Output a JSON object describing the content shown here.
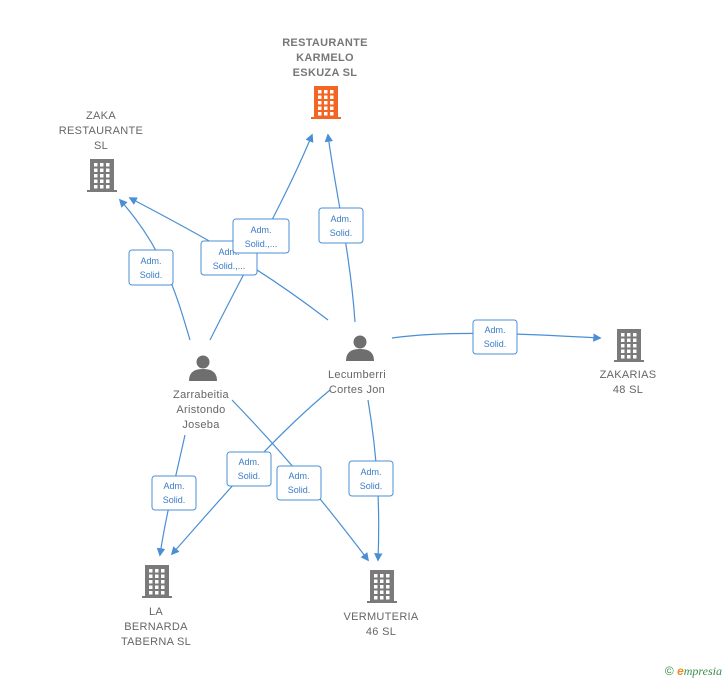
{
  "nodes": {
    "restaurante": {
      "lines": [
        "RESTAURANTE",
        "KARMELO",
        "ESKUZA  SL"
      ],
      "type": "company",
      "highlight": true
    },
    "zaka": {
      "lines": [
        "ZAKA",
        "RESTAURANTE",
        "SL"
      ],
      "type": "company"
    },
    "zakarias": {
      "lines": [
        "ZAKARIAS",
        "48 SL"
      ],
      "type": "company"
    },
    "bernarda": {
      "lines": [
        "LA",
        "BERNARDA",
        "TABERNA  SL"
      ],
      "type": "company"
    },
    "vermuteria": {
      "lines": [
        "VERMUTERIA",
        "46  SL"
      ],
      "type": "company"
    },
    "zarrabeitia": {
      "lines": [
        "Zarrabeitia",
        "Aristondo",
        "Joseba"
      ],
      "type": "person"
    },
    "lecumberri": {
      "lines": [
        "Lecumberri",
        "Cortes Jon"
      ],
      "type": "person"
    }
  },
  "edges": [
    {
      "id": "e1",
      "label": [
        "Adm.",
        "Solid."
      ]
    },
    {
      "id": "e2",
      "label": [
        "Adm.",
        "Solid.,..."
      ]
    },
    {
      "id": "e3",
      "label": [
        "Adm.",
        "Solid.,..."
      ]
    },
    {
      "id": "e4",
      "label": [
        "Adm.",
        "Solid."
      ]
    },
    {
      "id": "e5",
      "label": [
        "Adm.",
        "Solid."
      ]
    },
    {
      "id": "e6",
      "label": [
        "Adm.",
        "Solid."
      ]
    },
    {
      "id": "e7",
      "label": [
        "Adm.",
        "Solid."
      ]
    },
    {
      "id": "e8",
      "label": [
        "Adm.",
        "Solid."
      ]
    },
    {
      "id": "e9",
      "label": [
        "Adm.",
        "Solid."
      ]
    }
  ],
  "colors": {
    "company": "#7a7a7a",
    "highlight": "#f26522",
    "person": "#6e6e6e",
    "edge": "#4a8fd4"
  },
  "footer": {
    "copyright_symbol": "©",
    "brand_initial": "e",
    "brand_rest": "mpresia"
  }
}
